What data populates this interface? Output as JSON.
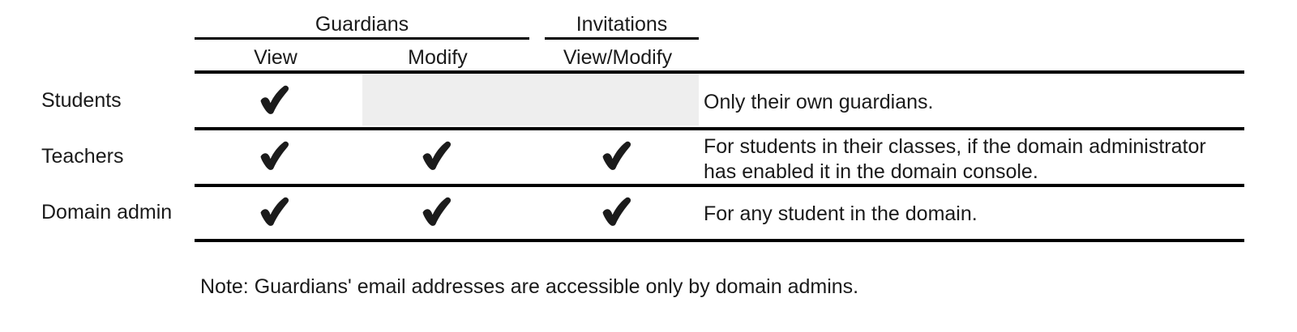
{
  "table": {
    "groups": [
      {
        "label": "Guardians"
      },
      {
        "label": "Invitations"
      }
    ],
    "columns": [
      {
        "label": "View"
      },
      {
        "label": "Modify"
      },
      {
        "label": "View/Modify"
      }
    ],
    "rows": [
      {
        "label": "Students",
        "view": "check",
        "modify": "shaded",
        "invitations": "shaded",
        "description": "Only their own guardians."
      },
      {
        "label": "Teachers",
        "view": "check",
        "modify": "check",
        "invitations": "check",
        "description": "For students in their classes, if the domain administrator\nhas enabled it in the domain console."
      },
      {
        "label": "Domain admin",
        "view": "check",
        "modify": "check",
        "invitations": "check",
        "description": "For any student in the domain."
      }
    ]
  },
  "note": "Note: Guardians' email addresses are accessible only by domain admins.",
  "icons": {
    "check": "heavy-check-mark"
  },
  "colors": {
    "rule": "#000000",
    "text": "#1a1a1a",
    "shaded_cell": "#eeeeee",
    "background": "#ffffff"
  }
}
